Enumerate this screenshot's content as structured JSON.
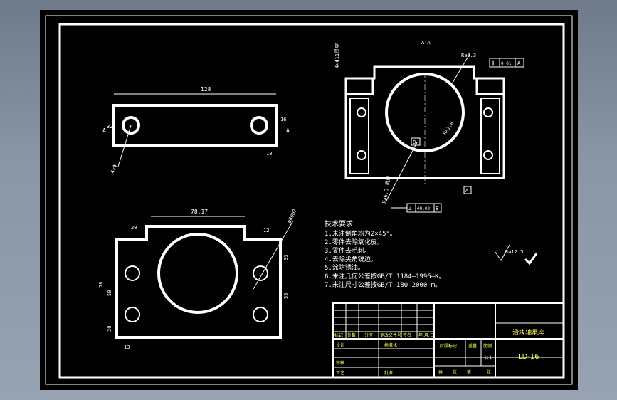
{
  "section_title": "A-A",
  "dimensions": {
    "top_length": "128",
    "top_height": "32",
    "top_right": "16",
    "top_bottom_right": "18",
    "hole_label": "4×Φ",
    "front_width": "78.17",
    "front_left": "20",
    "front_right": "12",
    "front_height": "78",
    "front_mid": "50",
    "front_low": "20",
    "front_foot": "13",
    "front_right_a": "33",
    "front_right_b": "33",
    "front_diag": "Φ80H7",
    "surface_finish_1": "Ra6.3",
    "surface_finish_2": "Ra1.6",
    "left_side_label": "4×Φ11贯穿",
    "bottom_side_label": "Ra6.3 贯穿",
    "datum_a": "A",
    "section_mark": "A"
  },
  "tolerance_top": {
    "symbol": "∥",
    "value": "0.01",
    "datum": "A"
  },
  "tolerance_bottom": {
    "symbol": "⊥",
    "value": "Φ0.02",
    "datum": "B"
  },
  "tech_requirements": {
    "title": "技术要求",
    "items": [
      "1.未注倒角均为2×45°。",
      "2.零件去除氧化皮。",
      "3.零件去毛刺。",
      "4.去除尖角锐边。",
      "5.涂防锈油。",
      "6.未注几何公差按GB/T 1184—1996—K。",
      "7.未注尺寸公差按GB/T 180—2000—m。"
    ]
  },
  "surface_finish_general": "Ra12.5",
  "title_block": {
    "part_name": "滑块轴承座",
    "drawing_no": "LD-16",
    "row_labels": [
      "标记",
      "处数",
      "分区",
      "更改文件号",
      "签名",
      "年.月.日"
    ],
    "designer": "设计",
    "standard": "标准化",
    "checker": "审核",
    "process": "工艺",
    "approve": "批准",
    "stage": "阶段标记",
    "weight": "重量",
    "scale": "比例",
    "scale_value": "1:1",
    "sheets": [
      "共",
      "张",
      "第",
      "张"
    ]
  }
}
